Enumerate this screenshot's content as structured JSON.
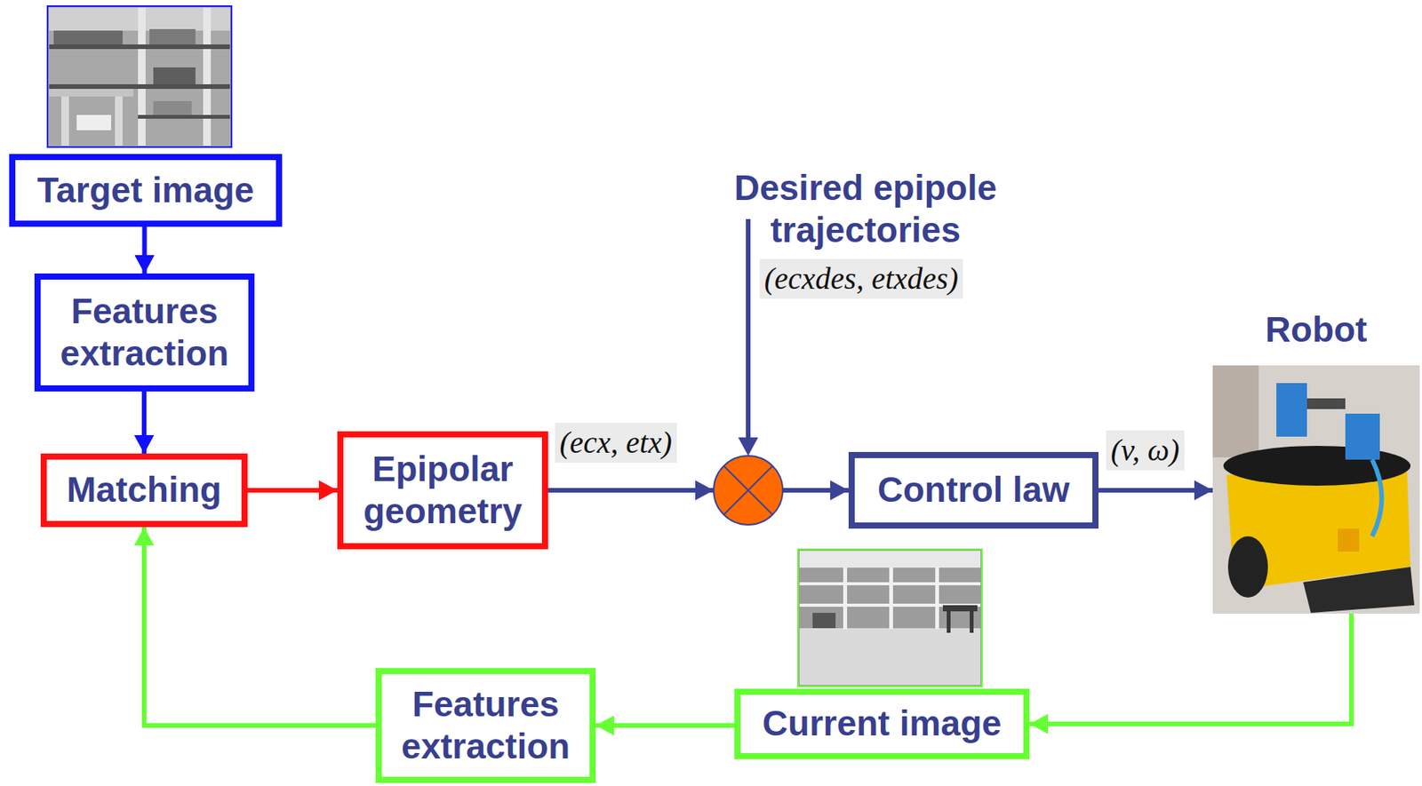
{
  "diagram": {
    "nodes": [
      {
        "text": [
          "Target image"
        ]
      },
      {
        "text": [
          "Features extraction"
        ]
      },
      {
        "text": [
          "Matching"
        ]
      },
      {
        "text": [
          "Epipolar geometry"
        ]
      },
      {
        "text": [
          "Control law"
        ]
      },
      {
        "text": [
          "Robot"
        ]
      },
      {
        "text": [
          "Current image"
        ]
      },
      {
        "text": [
          "Features extraction"
        ]
      }
    ],
    "edges": [
      {
        "from": 0,
        "to": 1,
        "arrow": "to"
      },
      {
        "from": 1,
        "to": 2,
        "arrow": "to"
      },
      {
        "from": 2,
        "to": 3,
        "arrow": "to"
      },
      {
        "from": 3,
        "to": 4,
        "arrow": "to",
        "label": "(ecx, etx)"
      },
      {
        "from": 4,
        "to": 5,
        "arrow": "to",
        "label": "(v, ω)"
      },
      {
        "from": 5,
        "to": 6,
        "arrow": "to"
      },
      {
        "from": 6,
        "to": 7,
        "arrow": "to"
      },
      {
        "from": 7,
        "to": 2,
        "arrow": "to"
      }
    ],
    "labels": [
      "Desired epipole trajectories",
      "(ecxdes, etxdes)"
    ]
  }
}
